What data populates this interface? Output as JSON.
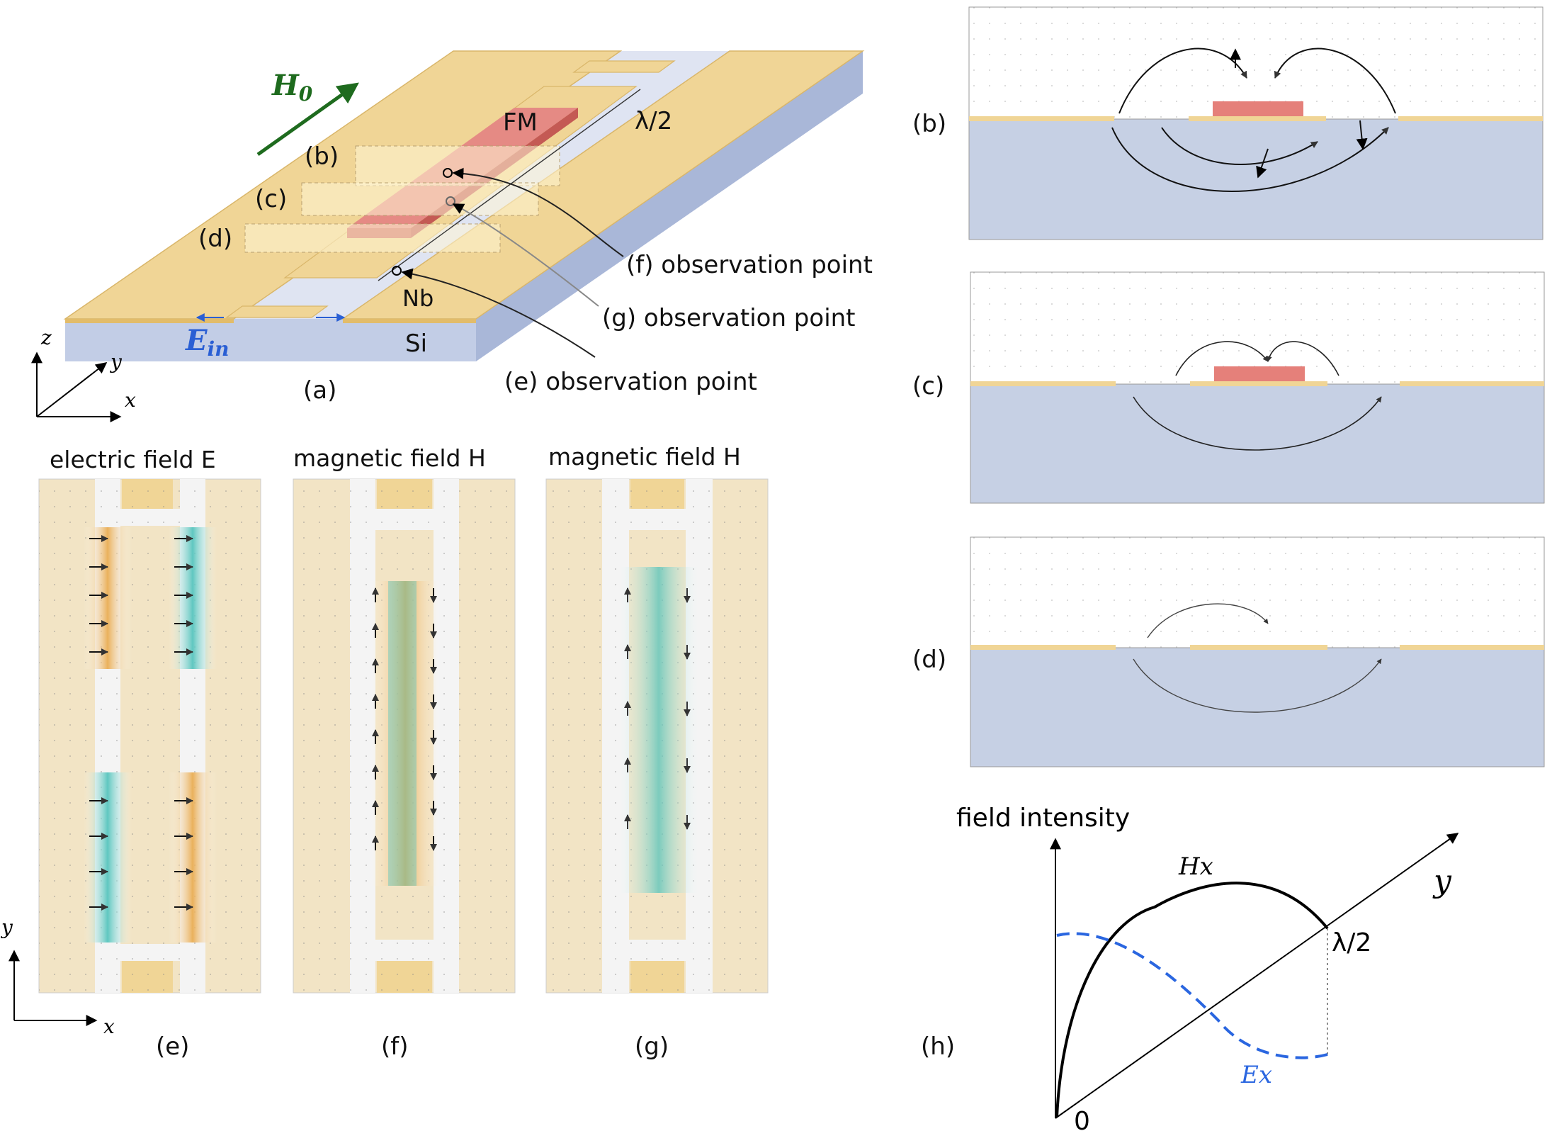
{
  "panel_a": {
    "h0_label_main": "H",
    "h0_label_sub": "0",
    "ein_label_main": "E",
    "ein_label_sub": "in",
    "fm_label": "FM",
    "half_wavelength": "λ/2",
    "nb_label": "Nb",
    "si_label": "Si",
    "section_b": "(b)",
    "section_c": "(c)",
    "section_d": "(d)",
    "obs_f": "(f) observation point",
    "obs_g": "(g) observation point",
    "obs_e": "(e) observation point",
    "axis_z": "z",
    "axis_y": "y",
    "axis_x": "x",
    "caption": "(a)"
  },
  "panel_e": {
    "title": "electric field E",
    "caption": "(e)",
    "axis_y": "y",
    "axis_x": "x"
  },
  "panel_f": {
    "title": "magnetic field H",
    "caption": "(f)"
  },
  "panel_g": {
    "title": "magnetic field H",
    "caption": "(g)"
  },
  "panel_b": {
    "caption": "(b)"
  },
  "panel_c": {
    "caption": "(c)"
  },
  "panel_d": {
    "caption": "(d)"
  },
  "panel_h": {
    "ylabel": "field intensity",
    "xlabel": "y",
    "origin": "0",
    "end_label": "λ/2",
    "series_hx": "Hx",
    "series_ex": "Ex",
    "caption": "(h)"
  },
  "colors": {
    "gold": "#f0d596",
    "gold_dark": "#e2bc6a",
    "substrate": "#c6d0e4",
    "fm": "#e5807a",
    "teal": "#5cc8c0",
    "green_arrow": "#1e6b1e",
    "blue_text": "#2a5fd4",
    "ex_curve": "#2a66e0"
  }
}
